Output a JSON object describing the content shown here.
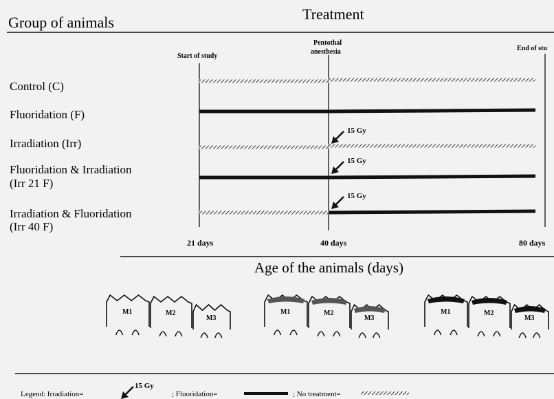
{
  "header": {
    "left_title": "Group of animals",
    "right_title": "Treatment"
  },
  "timeline": {
    "start_label": "Start of study",
    "mid_label_line1": "Pentothal",
    "mid_label_line2": "anesthesia",
    "end_label": "End of stu",
    "day_labels": [
      "21 days",
      "40 days",
      "80 days"
    ]
  },
  "groups": [
    {
      "label_lines": [
        "Control (C)"
      ],
      "segments": [
        "none",
        "none"
      ],
      "irradiation": false
    },
    {
      "label_lines": [
        "Fluoridation (F)"
      ],
      "segments": [
        "fluor",
        "fluor"
      ],
      "irradiation": false
    },
    {
      "label_lines": [
        "Irradiation (Irr)"
      ],
      "segments": [
        "none",
        "none"
      ],
      "irradiation": true
    },
    {
      "label_lines": [
        "Fluoridation & Irradiation",
        "(Irr 21 F)"
      ],
      "segments": [
        "fluor",
        "fluor"
      ],
      "irradiation": true
    },
    {
      "label_lines": [
        "Irradiation & Fluoridation",
        "(Irr 40 F)"
      ],
      "segments": [
        "none",
        "fluor"
      ],
      "irradiation": true
    }
  ],
  "dose_label": "15 Gy",
  "axis_title": "Age of the animals (days)",
  "molars": {
    "labels": [
      "M1",
      "M2",
      "M3"
    ]
  },
  "legend": {
    "prefix": "Legend: Irradiation=",
    "dose": "15 Gy",
    "fluoridation": "; Fluoridation=",
    "no_treatment": "; No treatment="
  },
  "colors": {
    "ink": "#111111",
    "background": "#f2f2f2"
  }
}
